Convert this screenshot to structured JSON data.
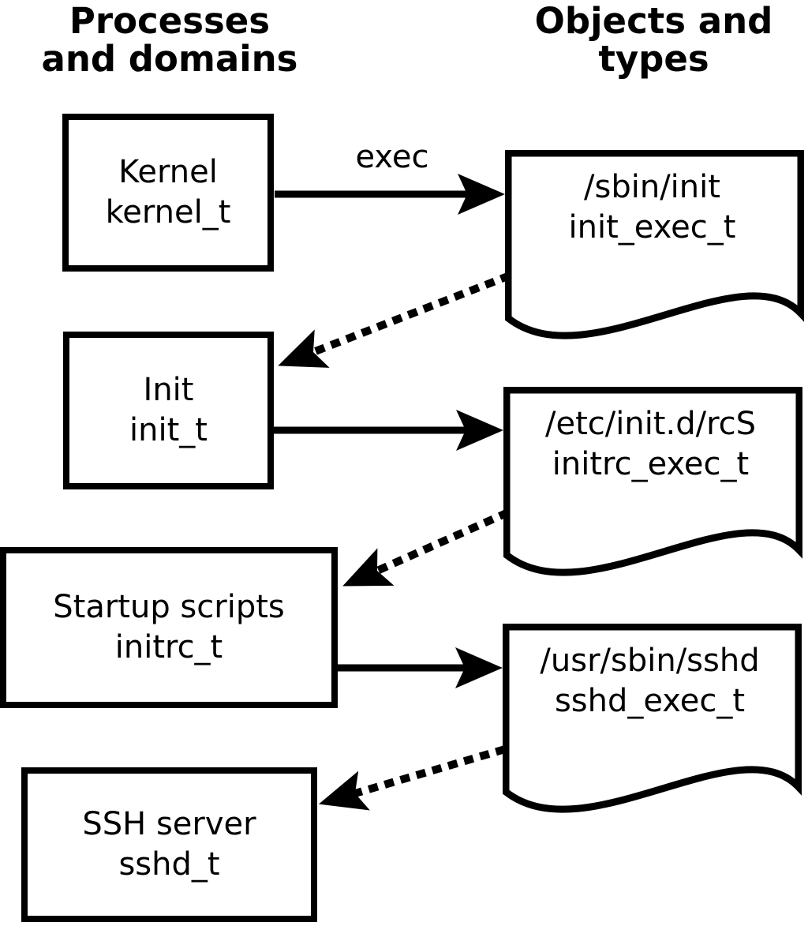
{
  "headers": {
    "processes": {
      "line1": "Processes",
      "line2": "and domains"
    },
    "objects": {
      "line1": "Objects and",
      "line2": "types"
    }
  },
  "processes": [
    {
      "name": "Kernel",
      "type": "kernel_t"
    },
    {
      "name": "Init",
      "type": "init_t"
    },
    {
      "name": "Startup scripts",
      "type": "initrc_t"
    },
    {
      "name": "SSH server",
      "type": "sshd_t"
    }
  ],
  "objects": [
    {
      "path": "/sbin/init",
      "type": "init_exec_t"
    },
    {
      "path": "/etc/init.d/rcS",
      "type": "initrc_exec_t"
    },
    {
      "path": "/usr/sbin/sshd",
      "type": "sshd_exec_t"
    }
  ],
  "arrows": {
    "exec_label": "exec"
  },
  "edges": [
    {
      "from": "kernel_t",
      "to": "init_exec_t",
      "style": "solid",
      "label": "exec"
    },
    {
      "from": "init_exec_t",
      "to": "init_t",
      "style": "dotted",
      "label": ""
    },
    {
      "from": "init_t",
      "to": "initrc_exec_t",
      "style": "solid",
      "label": ""
    },
    {
      "from": "initrc_exec_t",
      "to": "initrc_t",
      "style": "dotted",
      "label": ""
    },
    {
      "from": "initrc_t",
      "to": "sshd_exec_t",
      "style": "solid",
      "label": ""
    },
    {
      "from": "sshd_exec_t",
      "to": "sshd_t",
      "style": "dotted",
      "label": ""
    }
  ],
  "colors": {
    "foreground": "#000000",
    "background": "#ffffff"
  }
}
